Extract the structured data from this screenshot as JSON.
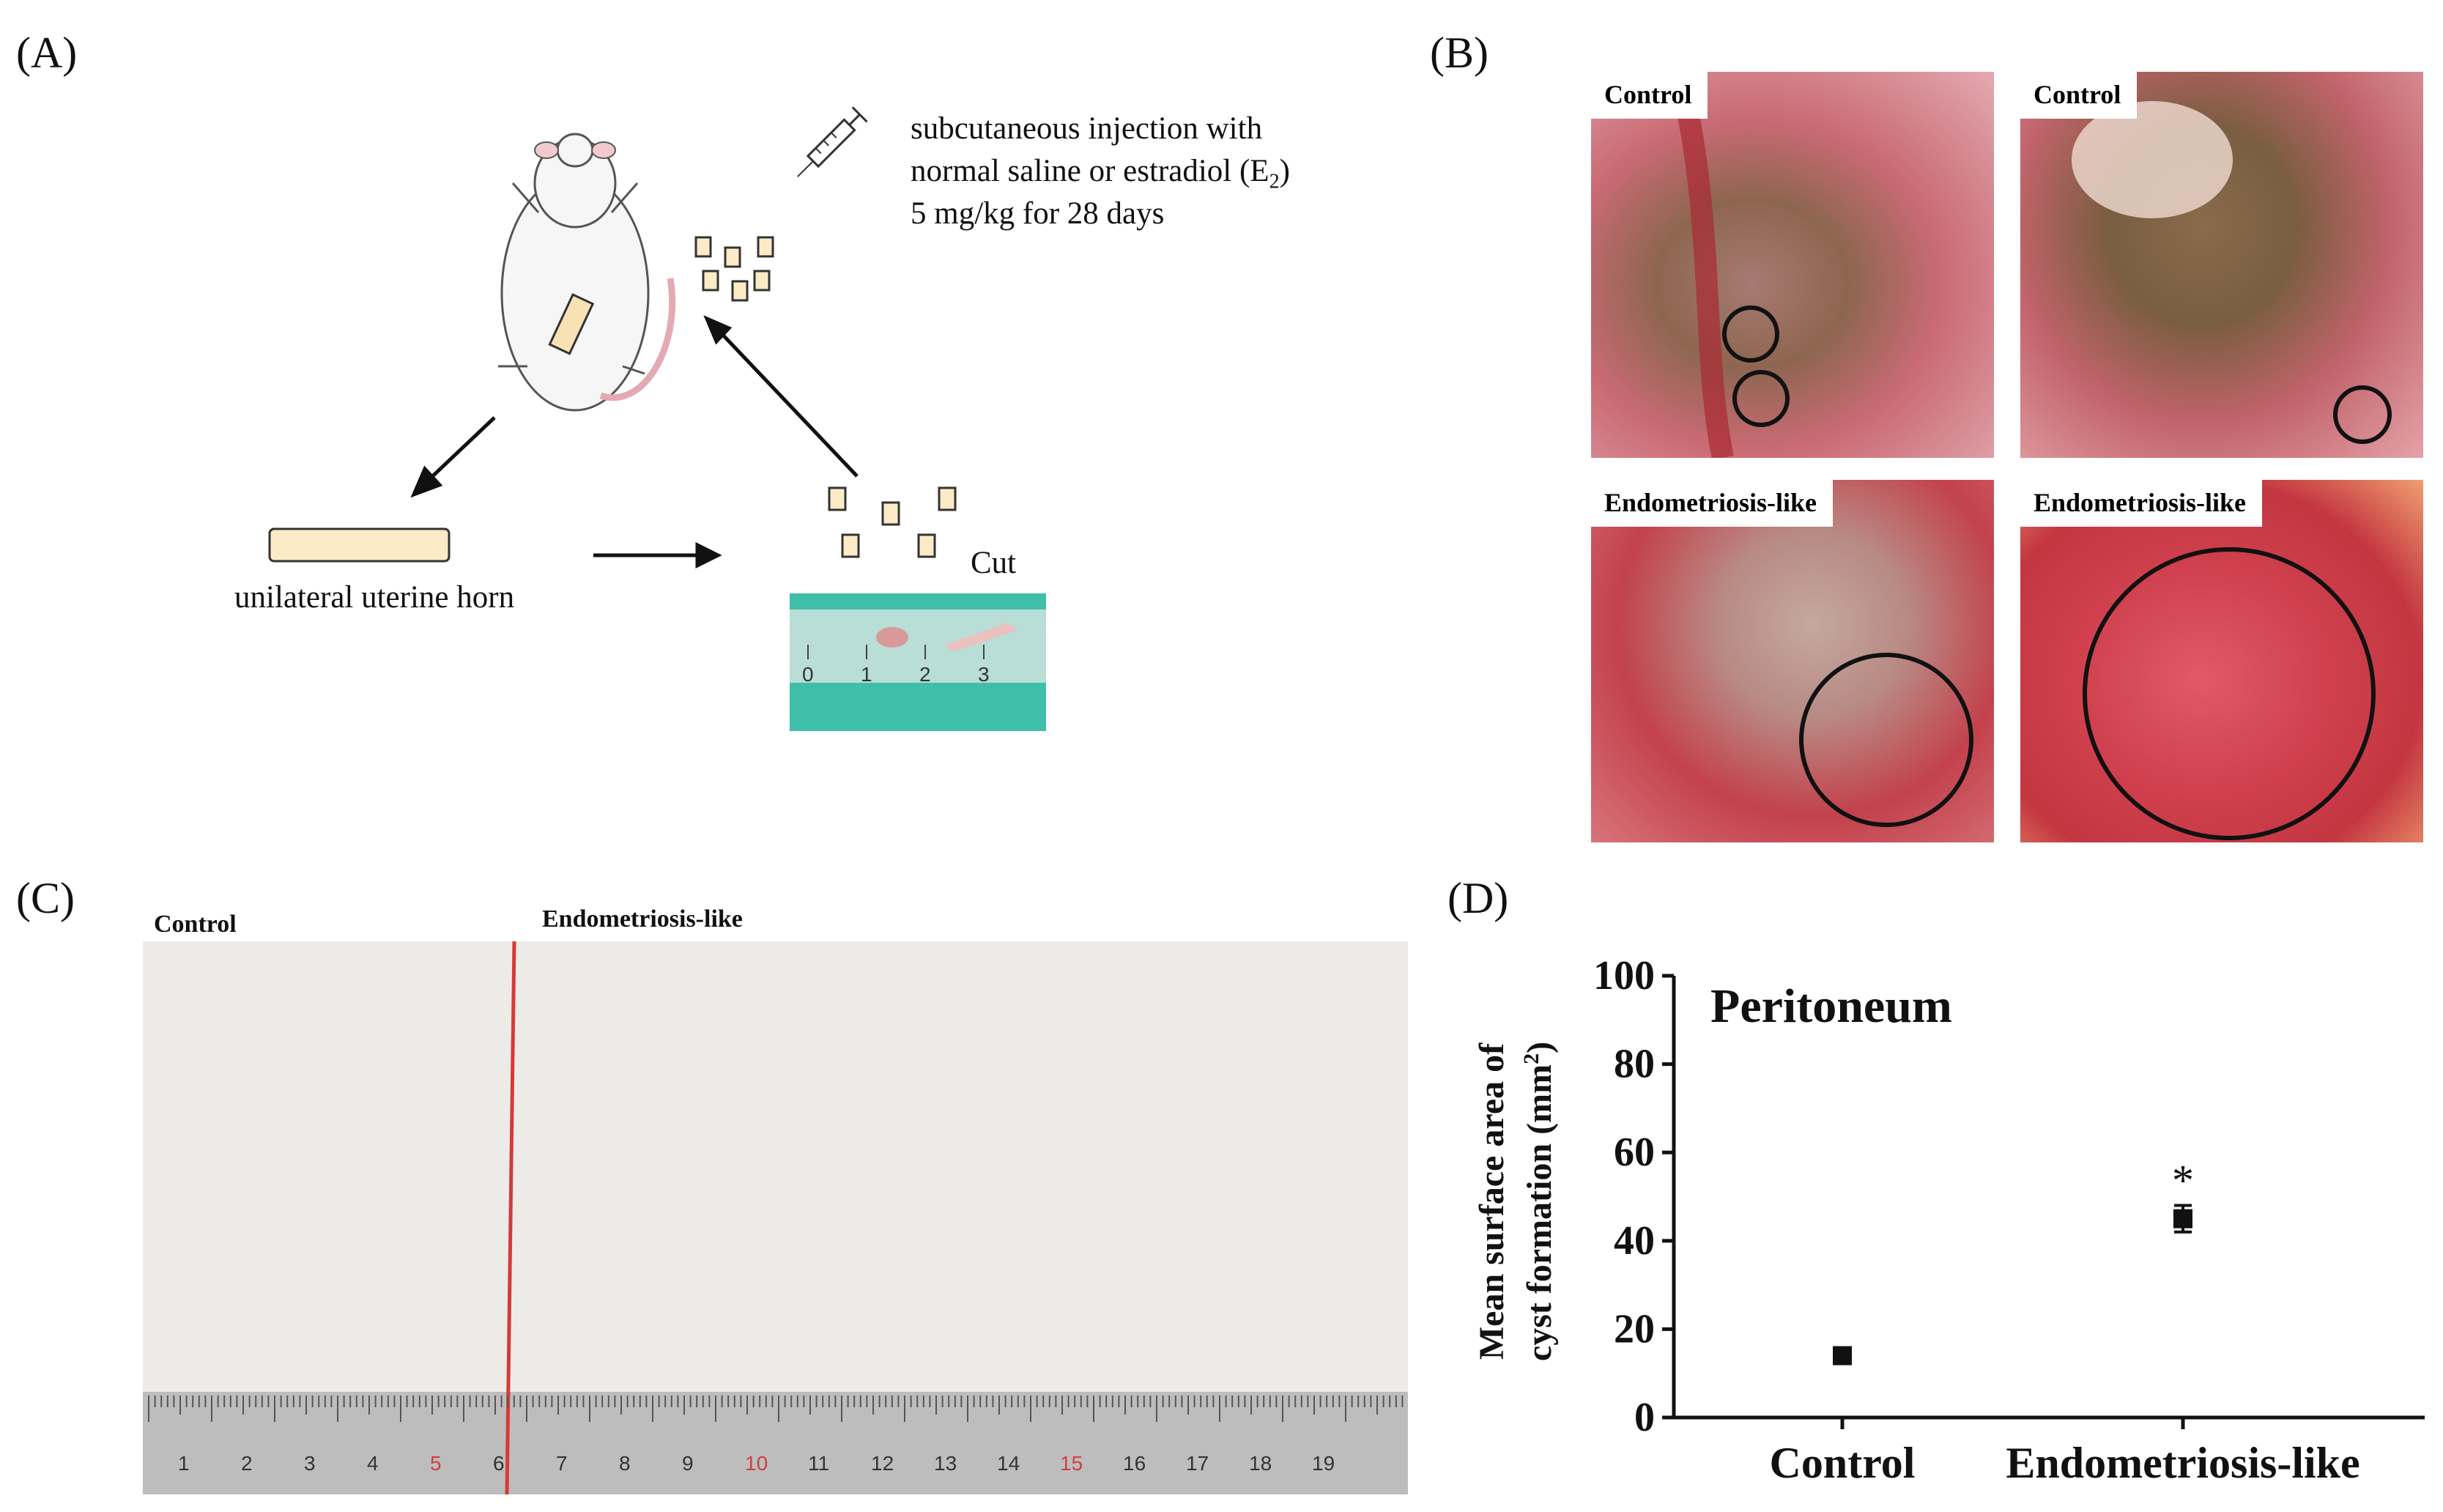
{
  "panels": {
    "a": {
      "label": "(A)"
    },
    "b": {
      "label": "(B)"
    },
    "c": {
      "label": "(C)"
    },
    "d": {
      "label": "(D)"
    }
  },
  "panel_a": {
    "injection_line1": "subcutaneous injection with",
    "injection_line2_prefix": "normal saline or estradiol (E",
    "injection_line2_sub": "2",
    "injection_line2_suffix": ")",
    "injection_line3": "5 mg/kg for 28 days",
    "horn_label": "unilateral uterine horn",
    "cut_label": "Cut",
    "ruler_numbers": [
      "0",
      "1",
      "2",
      "3"
    ]
  },
  "panel_b": {
    "tags": [
      "Control",
      "Control",
      "Endometriosis-like",
      "Endometriosis-like"
    ]
  },
  "panel_c": {
    "control_label": "Control",
    "endo_label": "Endometriosis-like",
    "ruler_numbers": [
      "1",
      "2",
      "3",
      "4",
      "5",
      "6",
      "7",
      "8",
      "9",
      "10",
      "11",
      "12",
      "13",
      "14",
      "15",
      "16",
      "17",
      "18",
      "19"
    ]
  },
  "colors": {
    "tissue": "#c85a68",
    "tissue_light": "#e8aab0",
    "ruler_bg": "#bdbdbd",
    "ruler_teal": "#39b9a5",
    "fragment_fill": "#fdebc8",
    "surgery_red": "#b8343c",
    "surgery_pink": "#e79aa0"
  },
  "chart_data": {
    "type": "scatter",
    "title": "Peritoneum",
    "xlabel": "",
    "ylabel_line1": "Mean surface area of",
    "ylabel_line2_prefix": "cyst formation (mm",
    "ylabel_line2_sup": "2",
    "ylabel_line2_suffix": ")",
    "categories": [
      "Control",
      "Endometriosis-like"
    ],
    "values": [
      14,
      45
    ],
    "errors": [
      1.5,
      3
    ],
    "annotations": [
      "",
      "*"
    ],
    "ylim": [
      0,
      100
    ],
    "yticks": [
      0,
      20,
      40,
      60,
      80,
      100
    ]
  }
}
